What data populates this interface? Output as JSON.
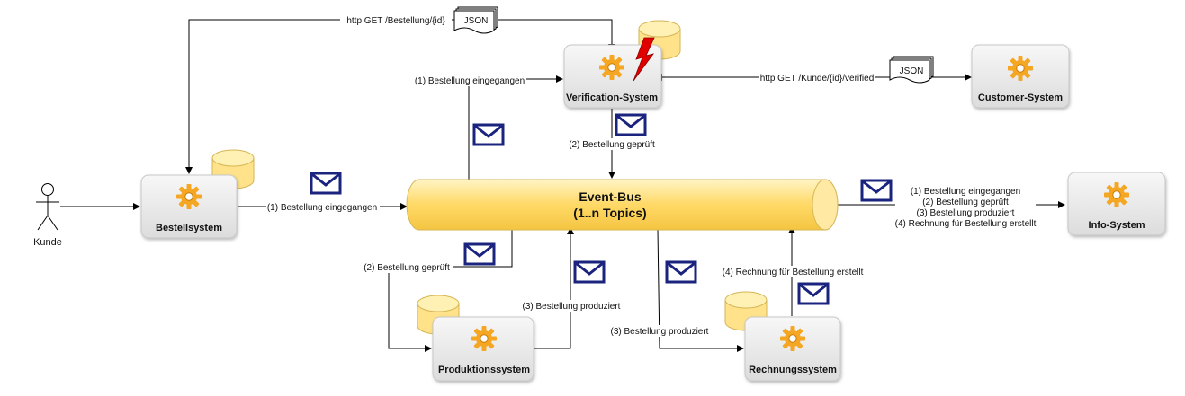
{
  "actor": {
    "label": "Kunde"
  },
  "bus": {
    "line1": "Event-Bus",
    "line2": "(1..n Topics)"
  },
  "systems": {
    "bestellsystem": "Bestellsystem",
    "verification": "Verification-System",
    "customer": "Customer-System",
    "info": "Info-System",
    "produktion": "Produktionssystem",
    "rechnung": "Rechnungssystem"
  },
  "json_label": "JSON",
  "edges": {
    "http_bestellung": "http GET /Bestellung/{id}",
    "http_kunde": "http GET /Kunde/{id}/verified",
    "bestell_to_bus": "(1) Bestellung eingegangen",
    "bus_to_verif": "(1) Bestellung eingegangen",
    "verif_to_bus": "(2) Bestellung geprüft",
    "bus_to_prod": "(2) Bestellung geprüft",
    "prod_to_bus": "(3) Bestellung produziert",
    "bus_to_rech": "(3) Bestellung produziert",
    "rech_to_bus": "(4) Rechnung für Bestellung erstellt",
    "info_lines": [
      "(1) Bestellung eingegangen",
      "(2) Bestellung geprüft",
      "(3) Bestellung produziert",
      "(4) Rechnung für Bestellung erstellt"
    ]
  },
  "colors": {
    "envelope": "#1a237e",
    "db_fill": "#ffe28a",
    "db_stroke": "#d6b656",
    "box_fill": "#eeeeee",
    "gear": "#f5a623",
    "warning": "#e00000"
  }
}
